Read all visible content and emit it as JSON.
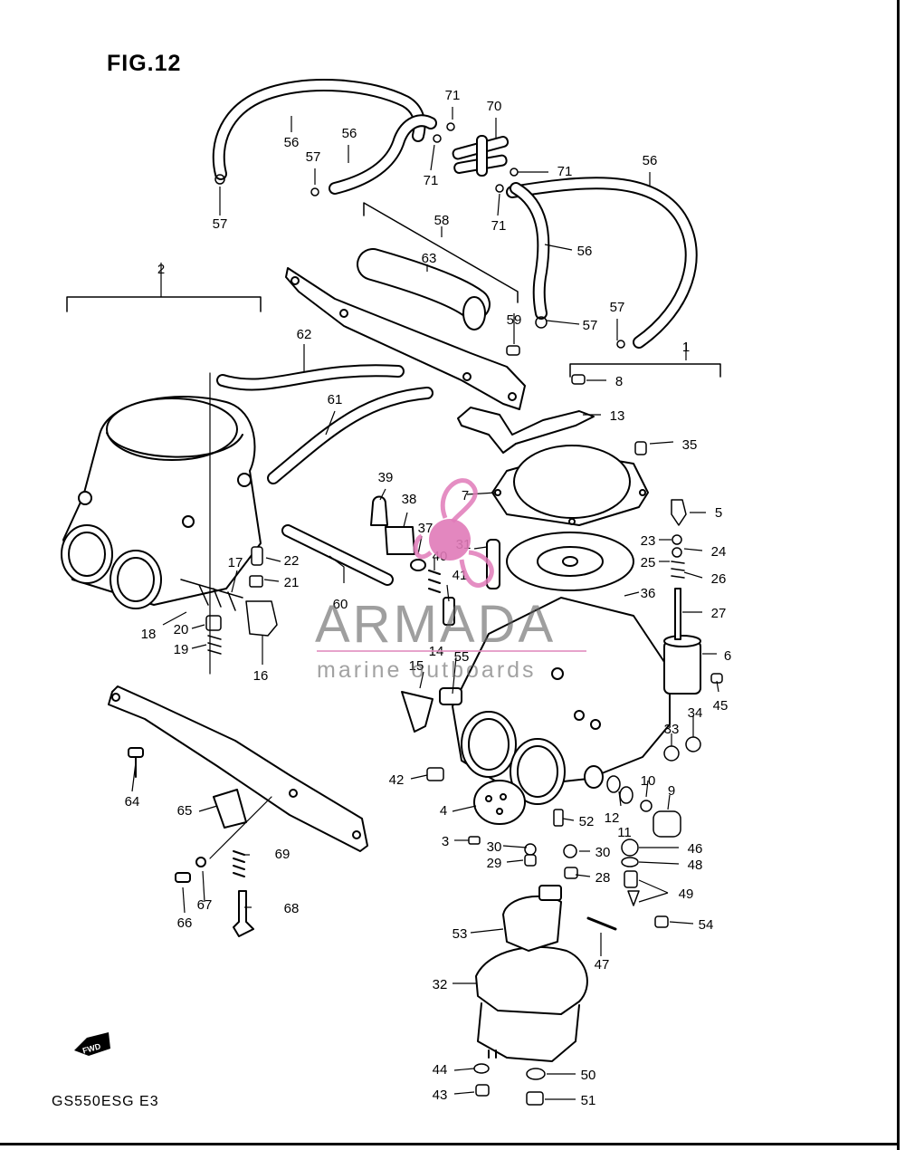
{
  "figure": {
    "title": "FIG.12",
    "model_code": "GS550ESG E3",
    "fwd_label": "FWD"
  },
  "watermark": {
    "name": "ARMADA",
    "tagline": "marine outboards",
    "accent_color": "#e07ab8"
  },
  "callouts": [
    "1",
    "2",
    "3",
    "4",
    "5",
    "6",
    "7",
    "8",
    "9",
    "10",
    "11",
    "12",
    "13",
    "14",
    "15",
    "16",
    "17",
    "18",
    "19",
    "20",
    "21",
    "22",
    "23",
    "24",
    "25",
    "26",
    "27",
    "28",
    "29",
    "30",
    "31",
    "32",
    "33",
    "34",
    "35",
    "36",
    "37",
    "38",
    "39",
    "40",
    "41",
    "42",
    "43",
    "44",
    "45",
    "46",
    "47",
    "48",
    "49",
    "50",
    "51",
    "52",
    "53",
    "54",
    "55",
    "56",
    "57",
    "58",
    "59",
    "60",
    "61",
    "62",
    "63",
    "64",
    "65",
    "66",
    "67",
    "68",
    "69",
    "70",
    "71"
  ]
}
